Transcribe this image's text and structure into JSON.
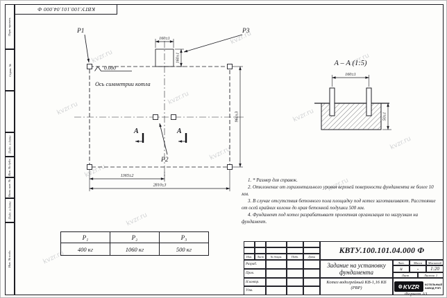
{
  "watermark": "kvzr.ru",
  "frame": {
    "top_doc_number": "КВТУ.100.101.04.000 Ф",
    "format_label": "Формат А3",
    "left_stamps": [
      "Перв. примен.",
      "Справ. №",
      "",
      "Подп. и дата",
      "Инв. № дубл.",
      "Взам. инв. №",
      "Подп. и дата",
      "Инв. № подл."
    ]
  },
  "plan": {
    "p1": "P1",
    "p2": "P2",
    "p3": "P3",
    "elevation": "0.000",
    "symmetry_axis_label": "Ось симметрии котла",
    "section_letter": "А",
    "dim_flue_width": "160±1",
    "dim_flue_height": "160±1",
    "dim_width": "960±3",
    "dim_half_length": "1365±2",
    "dim_length": "2810±3"
  },
  "section_view": {
    "title": "А – А (1:5)",
    "dim_bolt_spacing": "160±1",
    "dim_embed_depth": "50±1"
  },
  "notes": [
    "1. * Размер для справок.",
    "2. Отклонение от горизонтального уровня верхней поверхности фундамента не более 10 мм.",
    "3. В случае отсутствия бетонного пола площадку под котел заготавливают. Расстояние от осей крайних колонн до края бетонной подушки 500 мм.",
    "4. Фундамент под котел разрабатывает проектная организация по нагрузкам на фундамент."
  ],
  "load_table": {
    "headers": [
      "P₁",
      "P₂",
      "P₃"
    ],
    "values": [
      "400 кг",
      "1060 кг",
      "500 кг"
    ]
  },
  "title_block": {
    "doc_number": "КВТУ.100.101.04.000 Ф",
    "title": "Задание на установку фундамента",
    "product": "Котел водогрейный КВ-1,16 КБ (РВР)",
    "header_cols": [
      "Изм.",
      "Лист",
      "№ докум.",
      "Подп.",
      "Дата"
    ],
    "roles": [
      "Разраб.",
      "Пров.",
      "Н.контр.",
      "Утв."
    ],
    "lit_label": "Лит.",
    "mass_label": "Масса",
    "scale_label": "Масштаб",
    "lit_value": "и",
    "mass_value": "-",
    "scale_value": "1:20",
    "sheet_label": "Лист",
    "sheets_label": "Листов",
    "sheets_value": "1",
    "logo_icon": "⚙",
    "logo_text": "KVZR",
    "company_line1": "КОТЕЛЬНЫЙ",
    "company_line2": "ЗАВОД РЭП"
  }
}
